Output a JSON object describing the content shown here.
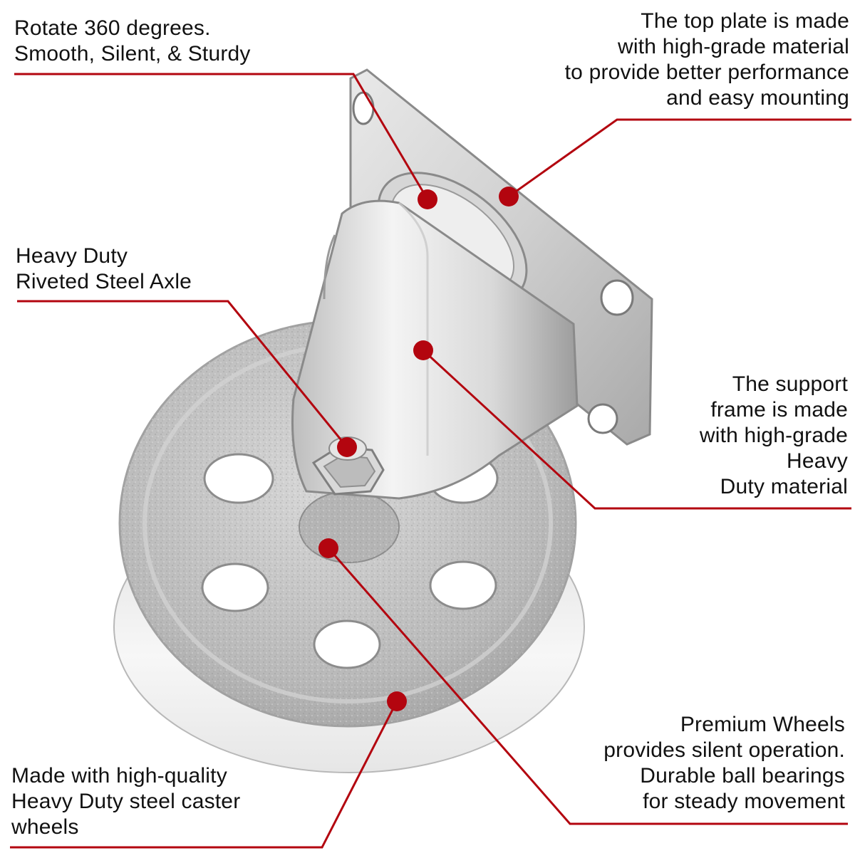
{
  "colors": {
    "accent": "#b3050f",
    "text": "#111111",
    "metal_light": "#f2f2f2",
    "metal_mid": "#c4c4c4",
    "metal_dark": "#8a8a8a"
  },
  "callouts": {
    "rotate": {
      "lines": [
        "Rotate 360 degrees.",
        "Smooth, Silent, & Sturdy"
      ]
    },
    "top_plate": {
      "lines": [
        "The top plate is made",
        "with high-grade material",
        "to provide better performance",
        "and easy mounting"
      ]
    },
    "axle": {
      "lines": [
        "Heavy Duty",
        "Riveted Steel Axle"
      ]
    },
    "support_frame": {
      "lines": [
        "The support",
        "frame is made",
        "with high-grade",
        "Heavy",
        "Duty material"
      ]
    },
    "premium_wheels": {
      "lines": [
        "Premium Wheels",
        "provides silent operation.",
        "Durable ball bearings",
        "for steady movement"
      ]
    },
    "steel_wheels": {
      "lines": [
        "Made with high-quality",
        "Heavy Duty steel caster",
        "wheels"
      ]
    }
  }
}
